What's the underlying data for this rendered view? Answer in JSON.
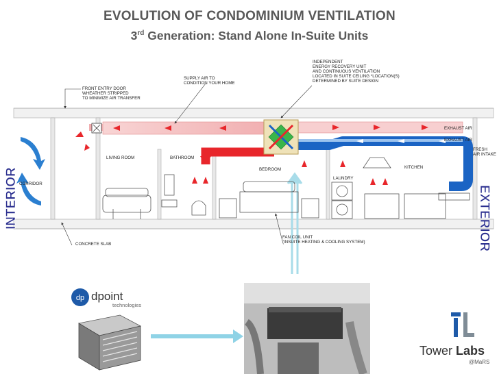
{
  "title": {
    "line1": "EVOLUTION OF CONDOMINIUM VENTILATION",
    "line2_ord": "3",
    "line2_sup": "rd",
    "line2_rest": " Generation: Stand Alone In-Suite Units"
  },
  "diagram": {
    "callout_door": [
      "FRONT ENTRY DOOR",
      "WHEATHER STRIPPED",
      "TO MINIMIZE AIR TRANSFER"
    ],
    "callout_supply": [
      "SUPPLY AIR TO",
      "CONDITION YOUR HOME"
    ],
    "callout_erv": [
      "INDEPENDENT",
      "ENERGY RECOVERY UNIT",
      "AND CONTINUOUS VENTILATION",
      "LOCATED IN SUITE CEILING *LOCATION(S)",
      "DETERMINED BY SUITE DESIGN"
    ],
    "exhaust_air_1": "EXHAUST AIR",
    "exhaust_air_2": "EXHAUST AIR",
    "fresh_air": [
      "FRESH",
      "AIR INTAKE"
    ],
    "rooms": {
      "living_room": "LIVING ROOM",
      "bathroom": "BATHROOM",
      "corridor": "CORRIDOR",
      "bedroom": "BEDROOM",
      "laundry": "LAUNDRY",
      "kitchen": "KITCHEN"
    },
    "callout_slab": "CONCRETE SLAB",
    "callout_fancoil": [
      "FAN COIL UNIT",
      "(INSUITE HEATING & COOLING SYSTEM)"
    ],
    "interior_label": "INTERIOR",
    "exterior_label": "EXTERIOR"
  },
  "logos": {
    "dpoint_mark": "dp",
    "dpoint_name": "dpoint",
    "dpoint_sub": "technologies",
    "tower_name": "Tower",
    "tower_bold": "Labs",
    "tower_sub": "@MaRS"
  },
  "colors": {
    "supply": "#e8262b",
    "supply_light": "#f5c6c6",
    "exhaust": "#1b64c4",
    "title_text": "#595959",
    "side_labels": "#2b2f8f",
    "arrow_light": "#8fd3e6"
  }
}
